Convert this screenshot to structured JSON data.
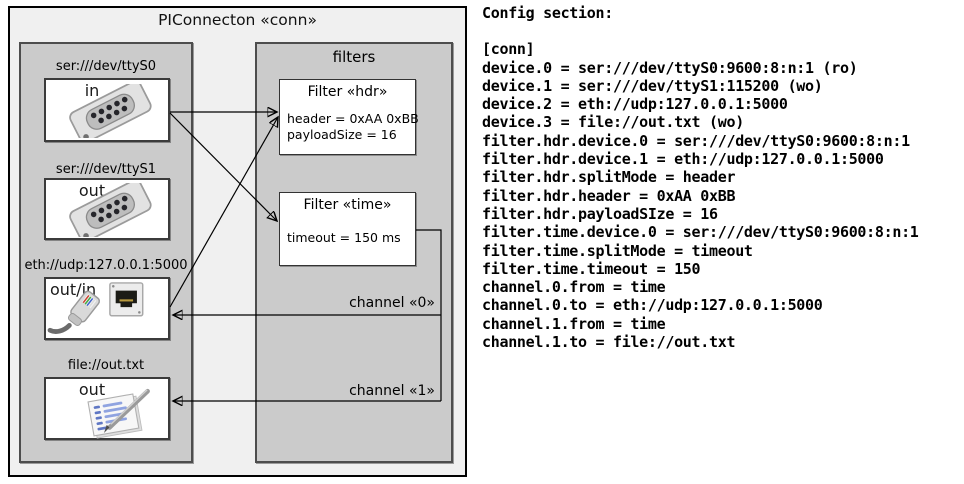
{
  "diagram": {
    "title": "PIConnecton «conn»",
    "devices": [
      {
        "label": "ser:///dev/ttyS0",
        "port": "in",
        "icon": "db9-serial-connector"
      },
      {
        "label": "ser:///dev/ttyS1",
        "port": "out",
        "icon": "db9-serial-connector"
      },
      {
        "label": "eth://udp:127.0.0.1:5000",
        "port": "out/in",
        "icon": "rj45-ethernet-connector"
      },
      {
        "label": "file://out.txt",
        "port": "out",
        "icon": "notepad-with-pen"
      }
    ],
    "filters_panel": {
      "title": "filters",
      "filters": [
        {
          "title": "Filter «hdr»",
          "lines": [
            "header = 0xAA 0xBB",
            "payloadSize = 16"
          ]
        },
        {
          "title": "Filter «time»",
          "lines": [
            "timeout = 150 ms"
          ]
        }
      ]
    },
    "channels": [
      {
        "label": "channel «0»"
      },
      {
        "label": "channel «1»"
      }
    ]
  },
  "config": {
    "title": "Config section:",
    "lines": [
      "[conn]",
      "device.0 = ser:///dev/ttyS0:9600:8:n:1 (ro)",
      "device.1 = ser:///dev/ttyS1:115200 (wo)",
      "device.2 = eth://udp:127.0.0.1:5000",
      "device.3 = file://out.txt (wo)",
      "filter.hdr.device.0 = ser:///dev/ttyS0:9600:8:n:1",
      "filter.hdr.device.1 = eth://udp:127.0.0.1:5000",
      "filter.hdr.splitMode = header",
      "filter.hdr.header = 0xAA 0xBB",
      "filter.hdr.payloadSIze = 16",
      "filter.time.device.0 = ser:///dev/ttyS0:9600:8:n:1",
      "filter.time.splitMode = timeout",
      "filter.time.timeout = 150",
      "channel.0.from = time",
      "channel.0.to = eth://udp:127.0.0.1:5000",
      "channel.1.from = time",
      "channel.1.to = file://out.txt"
    ]
  },
  "colors": {
    "outer_background": "#f0f0f0",
    "panel_background": "#cbcbcb",
    "box_background": "#ffffff",
    "border": "#000000",
    "text": "#000000"
  }
}
